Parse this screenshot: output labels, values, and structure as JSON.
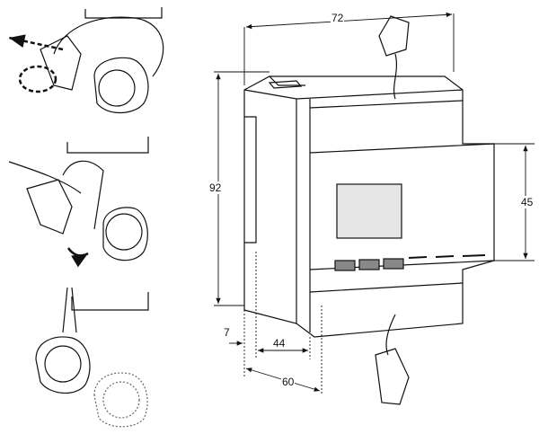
{
  "dimensions": {
    "width": "72",
    "height": "92",
    "front_height": "45",
    "rail_offset": "7",
    "depth_front": "44",
    "depth_total": "60"
  },
  "colors": {
    "line": "#111111",
    "display": "#e6e6e6",
    "button": "#888888"
  }
}
